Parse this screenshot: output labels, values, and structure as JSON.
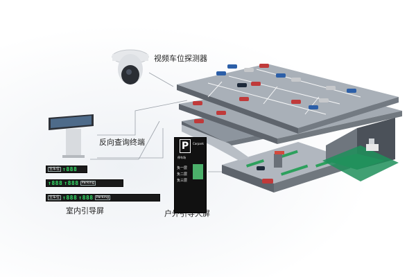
{
  "labels": {
    "detector": "视频车位探测器",
    "terminal": "反向查询终端",
    "indoor_screen": "室内引导屏",
    "outdoor_screen": "户外引导大屏"
  },
  "guide_screens": {
    "tag_line1": "空车位",
    "tag_line2": "Parking",
    "row1": [
      "888"
    ],
    "row2": [
      "888",
      "888"
    ],
    "row3": [
      "888",
      "888"
    ]
  },
  "outdoor_panel": {
    "letter": "P",
    "line1": "Carpark",
    "line2": "停车场",
    "rows": [
      "负一层",
      "负二层",
      "负三层"
    ]
  },
  "colors": {
    "floor": "#9aa2ab",
    "floor_dark": "#5d636b",
    "lane": "#ffffff",
    "guide_green": "#35e36a",
    "screen_green": "#4bb06a",
    "tile_green": "#1f8f5a"
  }
}
